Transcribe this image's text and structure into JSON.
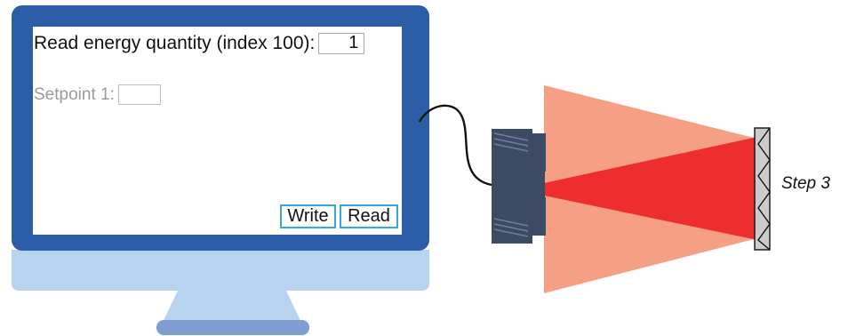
{
  "monitor_screen": {
    "energy_label": "Read energy quantity (index 100):",
    "energy_value": "1",
    "setpoint_label": "Setpoint 1:",
    "setpoint_value": "",
    "write_button": "Write",
    "read_button": "Read"
  },
  "step_label": "Step 3",
  "colors": {
    "monitor_frame": "#2b5ea7",
    "monitor_base": "#b8d3ee",
    "monitor_foot": "#7f9fd3",
    "sensor_body": "#3b4b64",
    "outer_beam": "#f5a085",
    "inner_beam": "#ee2e2e",
    "target": "#cccccc",
    "button_border": "#3aa7dc"
  }
}
